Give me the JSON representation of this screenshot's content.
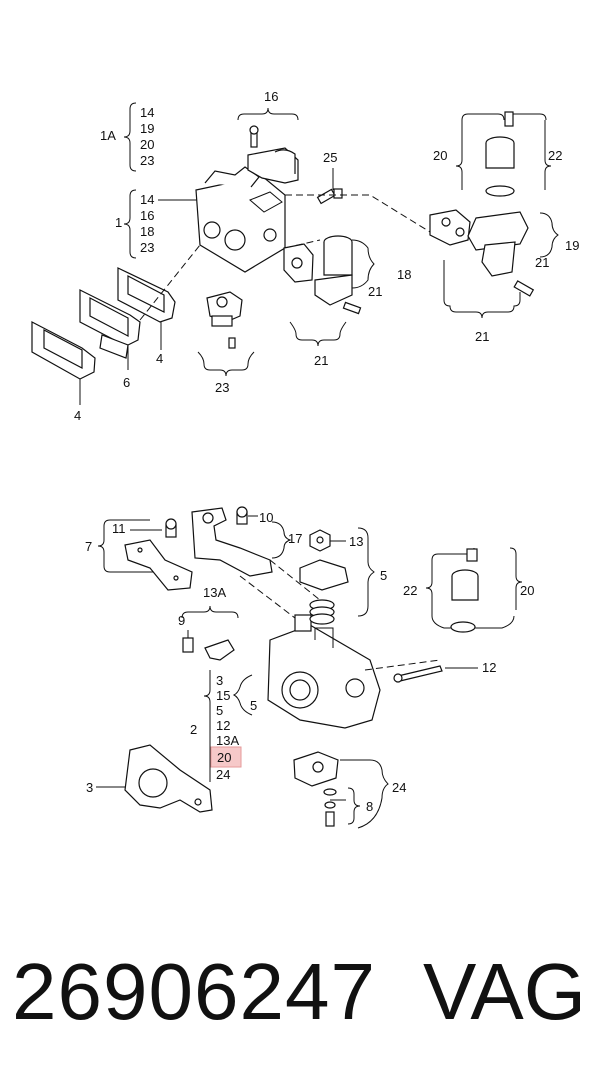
{
  "callouts": {
    "1A": "1A",
    "1A_a": "14",
    "1A_b": "19",
    "1A_c": "20",
    "1A_d": "23",
    "1": "1",
    "1_a": "14",
    "1_b": "16",
    "1_c": "18",
    "1_d": "23",
    "16": "16",
    "25": "25",
    "4a": "4",
    "6": "6",
    "4b": "4",
    "23": "23",
    "18": "18",
    "21a": "21",
    "21b": "21",
    "20top": "20",
    "22top": "22",
    "19": "19",
    "21c": "21",
    "21d": "21",
    "11": "11",
    "10": "10",
    "7": "7",
    "17": "17",
    "13": "13",
    "5a": "5",
    "13A": "13A",
    "9": "9",
    "22b": "22",
    "20b": "20",
    "12": "12",
    "2": "2",
    "2_a": "3",
    "2_b": "15",
    "2_c": "5",
    "2_d": "12",
    "2_e": "13A",
    "2_f": "20",
    "2_g": "24",
    "5b": "5",
    "3": "3",
    "24": "24",
    "8": "8"
  },
  "highlight": {
    "label": "20",
    "color": "#f4b6b6"
  },
  "footer": {
    "part_number": "26906247",
    "brand": "VAG"
  }
}
